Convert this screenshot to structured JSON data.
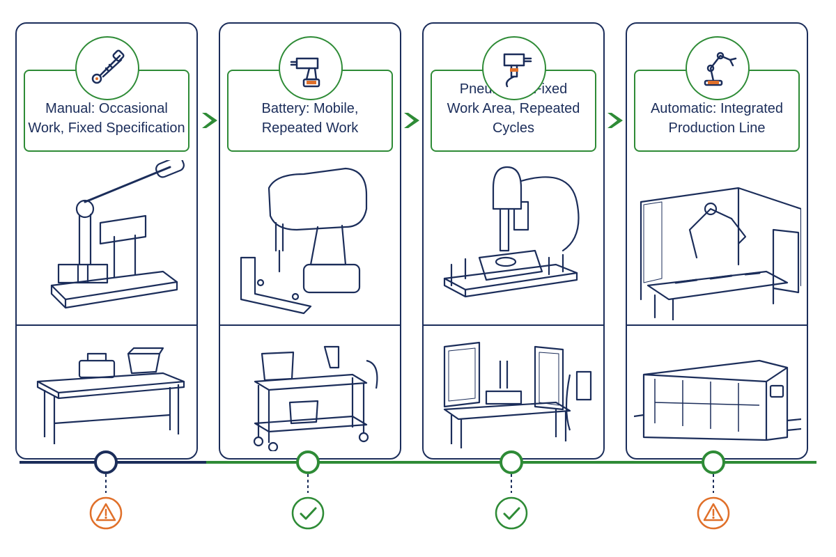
{
  "stages": [
    {
      "id": "manual",
      "label": "Manual: Occasional\nWork, Fixed Specification",
      "icon": "hand-riveter-icon",
      "status": "warning"
    },
    {
      "id": "battery",
      "label": "Battery: Mobile,\nRepeated Work",
      "icon": "cordless-drill-icon",
      "status": "ok"
    },
    {
      "id": "pneumatic",
      "label": "Pneumatic: Fixed\nWork Area, Repeated Cycles",
      "icon": "pneumatic-tool-icon",
      "status": "ok"
    },
    {
      "id": "automatic",
      "label": "Automatic: Integrated\nProduction Line",
      "icon": "robot-arm-icon",
      "status": "warning"
    }
  ],
  "colors": {
    "navy": "#1b2d5a",
    "green": "#2e8b36",
    "orange": "#e0702a"
  }
}
